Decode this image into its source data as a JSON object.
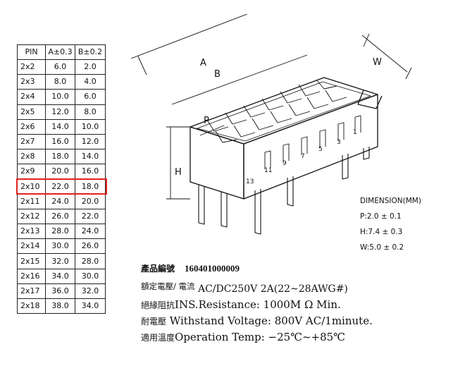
{
  "table": {
    "headers": [
      "PIN",
      "A±0.3",
      "B±0.2"
    ],
    "rows": [
      [
        "2x2",
        "6.0",
        "2.0"
      ],
      [
        "2x3",
        "8.0",
        "4.0"
      ],
      [
        "2x4",
        "10.0",
        "6.0"
      ],
      [
        "2x5",
        "12.0",
        "8.0"
      ],
      [
        "2x6",
        "14.0",
        "10.0"
      ],
      [
        "2x7",
        "16.0",
        "12.0"
      ],
      [
        "2x8",
        "18.0",
        "14.0"
      ],
      [
        "2x9",
        "20.0",
        "16.0"
      ],
      [
        "2x10",
        "22.0",
        "18.0"
      ],
      [
        "2x11",
        "24.0",
        "20.0"
      ],
      [
        "2x12",
        "26.0",
        "22.0"
      ],
      [
        "2x13",
        "28.0",
        "24.0"
      ],
      [
        "2x14",
        "30.0",
        "26.0"
      ],
      [
        "2x15",
        "32.0",
        "28.0"
      ],
      [
        "2x16",
        "34.0",
        "30.0"
      ],
      [
        "2x17",
        "36.0",
        "32.0"
      ],
      [
        "2x18",
        "38.0",
        "34.0"
      ]
    ],
    "highlighted_row": "2x10",
    "highlight_color": "#e1231f"
  },
  "drawing": {
    "labels": {
      "a": "A",
      "b": "B",
      "p": "P",
      "w": "W",
      "h": "H"
    },
    "pin_numbers": [
      "1",
      "3",
      "5",
      "7",
      "9",
      "11",
      "13"
    ]
  },
  "dimensions": {
    "title": "DIMENSION(MM)",
    "p": "P:2.0 ± 0.1",
    "h": "H:7.4 ± 0.3",
    "w": "W:5.0 ± 0.2"
  },
  "specs": {
    "part_label": "產品編號",
    "part_number": "160401000009",
    "rating_label": "額定電壓/ 電流",
    "rating_value": "AC/DC250V 2A(22~28AWG#)",
    "insulation_label": "絕緣阻抗",
    "insulation_value": "INS.Resistance: 1000M Ω Min.",
    "withstand_label": "耐電壓",
    "withstand_value": "Withstand Voltage:  800V AC/1minute.",
    "temp_label": "適用溫度",
    "temp_value": "Operation Temp: −25℃~+85℃"
  }
}
